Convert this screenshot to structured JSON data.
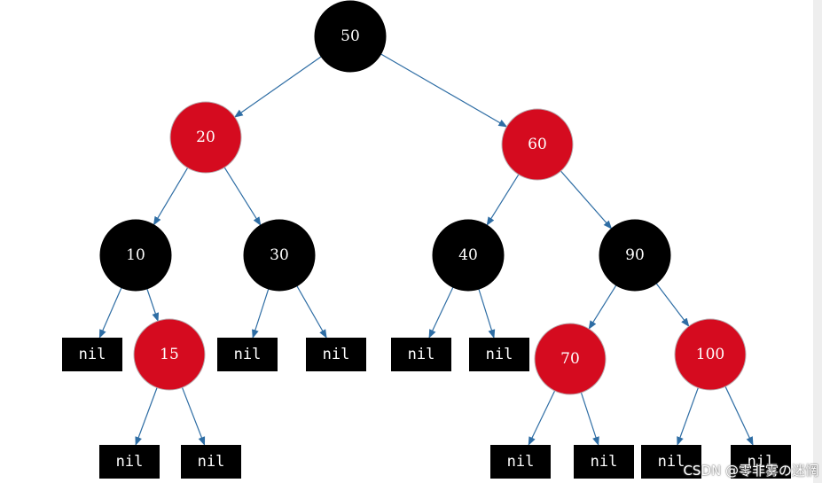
{
  "colors": {
    "black_node": "#000000",
    "red_node": "#d50b1f",
    "edge": "#2e6da4",
    "nil_box": "#000000",
    "label": "#ffffff"
  },
  "tree": {
    "nodes": [
      {
        "id": "n50",
        "label": "50",
        "color": "black"
      },
      {
        "id": "n20",
        "label": "20",
        "color": "red"
      },
      {
        "id": "n60",
        "label": "60",
        "color": "red"
      },
      {
        "id": "n10",
        "label": "10",
        "color": "black"
      },
      {
        "id": "n30",
        "label": "30",
        "color": "black"
      },
      {
        "id": "n40",
        "label": "40",
        "color": "black"
      },
      {
        "id": "n90",
        "label": "90",
        "color": "black"
      },
      {
        "id": "n15",
        "label": "15",
        "color": "red"
      },
      {
        "id": "n70",
        "label": "70",
        "color": "red"
      },
      {
        "id": "n100",
        "label": "100",
        "color": "red"
      }
    ],
    "nils": [
      {
        "id": "nil1",
        "label": "nil"
      },
      {
        "id": "nil2",
        "label": "nil"
      },
      {
        "id": "nil3",
        "label": "nil"
      },
      {
        "id": "nil4",
        "label": "nil"
      },
      {
        "id": "nil5",
        "label": "nil"
      },
      {
        "id": "nil6",
        "label": "nil"
      },
      {
        "id": "nil7",
        "label": "nil"
      },
      {
        "id": "nil8",
        "label": "nil"
      },
      {
        "id": "nil9",
        "label": "nil"
      },
      {
        "id": "nil10",
        "label": "nil"
      },
      {
        "id": "nil11",
        "label": "nil"
      }
    ],
    "edges": [
      [
        "n50",
        "n20"
      ],
      [
        "n50",
        "n60"
      ],
      [
        "n20",
        "n10"
      ],
      [
        "n20",
        "n30"
      ],
      [
        "n60",
        "n40"
      ],
      [
        "n60",
        "n90"
      ],
      [
        "n10",
        "nil1"
      ],
      [
        "n10",
        "n15"
      ],
      [
        "n15",
        "nil2"
      ],
      [
        "n15",
        "nil3"
      ],
      [
        "n30",
        "nil4"
      ],
      [
        "n30",
        "nil5"
      ],
      [
        "n40",
        "nil6"
      ],
      [
        "n40",
        "nil7"
      ],
      [
        "n90",
        "n70"
      ],
      [
        "n90",
        "n100"
      ],
      [
        "n70",
        "nil8"
      ],
      [
        "n70",
        "nil9"
      ],
      [
        "n100",
        "nil10"
      ],
      [
        "n100",
        "nil11"
      ]
    ]
  },
  "watermark": "CSDN @零非雾の迷惘"
}
